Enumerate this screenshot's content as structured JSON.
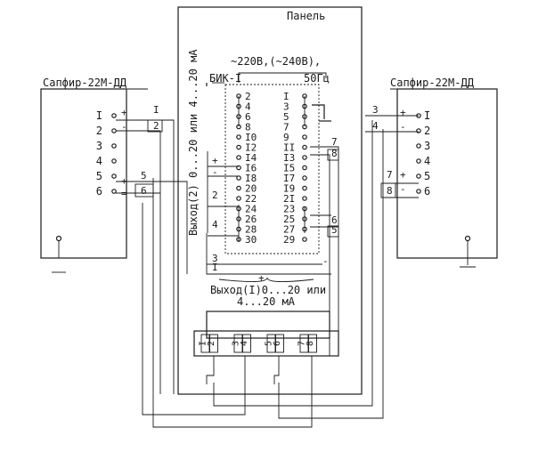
{
  "panel": {
    "title": "Панель"
  },
  "power": {
    "line1": "~220В,(~240В),",
    "line2": "50Гц"
  },
  "bik": {
    "label": "БИК-I"
  },
  "left_sensor": {
    "title": "Сапфир-22М-ДД",
    "pins": [
      "I",
      "2",
      "3",
      "4",
      "5",
      "6"
    ],
    "polarity_top": [
      "+",
      "-"
    ],
    "polarity_bottom": [
      "+",
      "="
    ],
    "wire_nums": [
      "I",
      "2",
      "5",
      "6"
    ]
  },
  "right_sensor": {
    "title": "Сапфир-22М-ДД",
    "pins": [
      "I",
      "2",
      "3",
      "4",
      "5",
      "6"
    ],
    "polarity_top": [
      "+",
      "-"
    ],
    "polarity_bottom": [
      "+",
      "-"
    ],
    "wire_nums": [
      "3",
      "4",
      "7",
      "8"
    ]
  },
  "terminals": {
    "left": [
      "2",
      "4",
      "6",
      "8",
      "I0",
      "I2",
      "I4",
      "I6",
      "I8",
      "20",
      "22",
      "24",
      "26",
      "28",
      "30"
    ],
    "right": [
      "I",
      "3",
      "5",
      "7",
      "9",
      "II",
      "I3",
      "I5",
      "I7",
      "I9",
      "2I",
      "23",
      "25",
      "27",
      "29"
    ]
  },
  "right_wire_nums": [
    "7",
    "8",
    "6",
    "5"
  ],
  "inner_left": {
    "plus": "+",
    "minus": "-",
    "n2": "2",
    "n4": "4",
    "n1": "I",
    "n3": "3"
  },
  "output2": {
    "label": "Выход(2) 0...20 или 4...20 мА"
  },
  "output1": {
    "line1": "Выход(I)0...20 или",
    "line2": "4...20 мА",
    "plus": "+",
    "minus": "-"
  },
  "connector": {
    "pins": [
      "I",
      "2",
      "3",
      "4",
      "5",
      "6",
      "7",
      "8"
    ]
  }
}
